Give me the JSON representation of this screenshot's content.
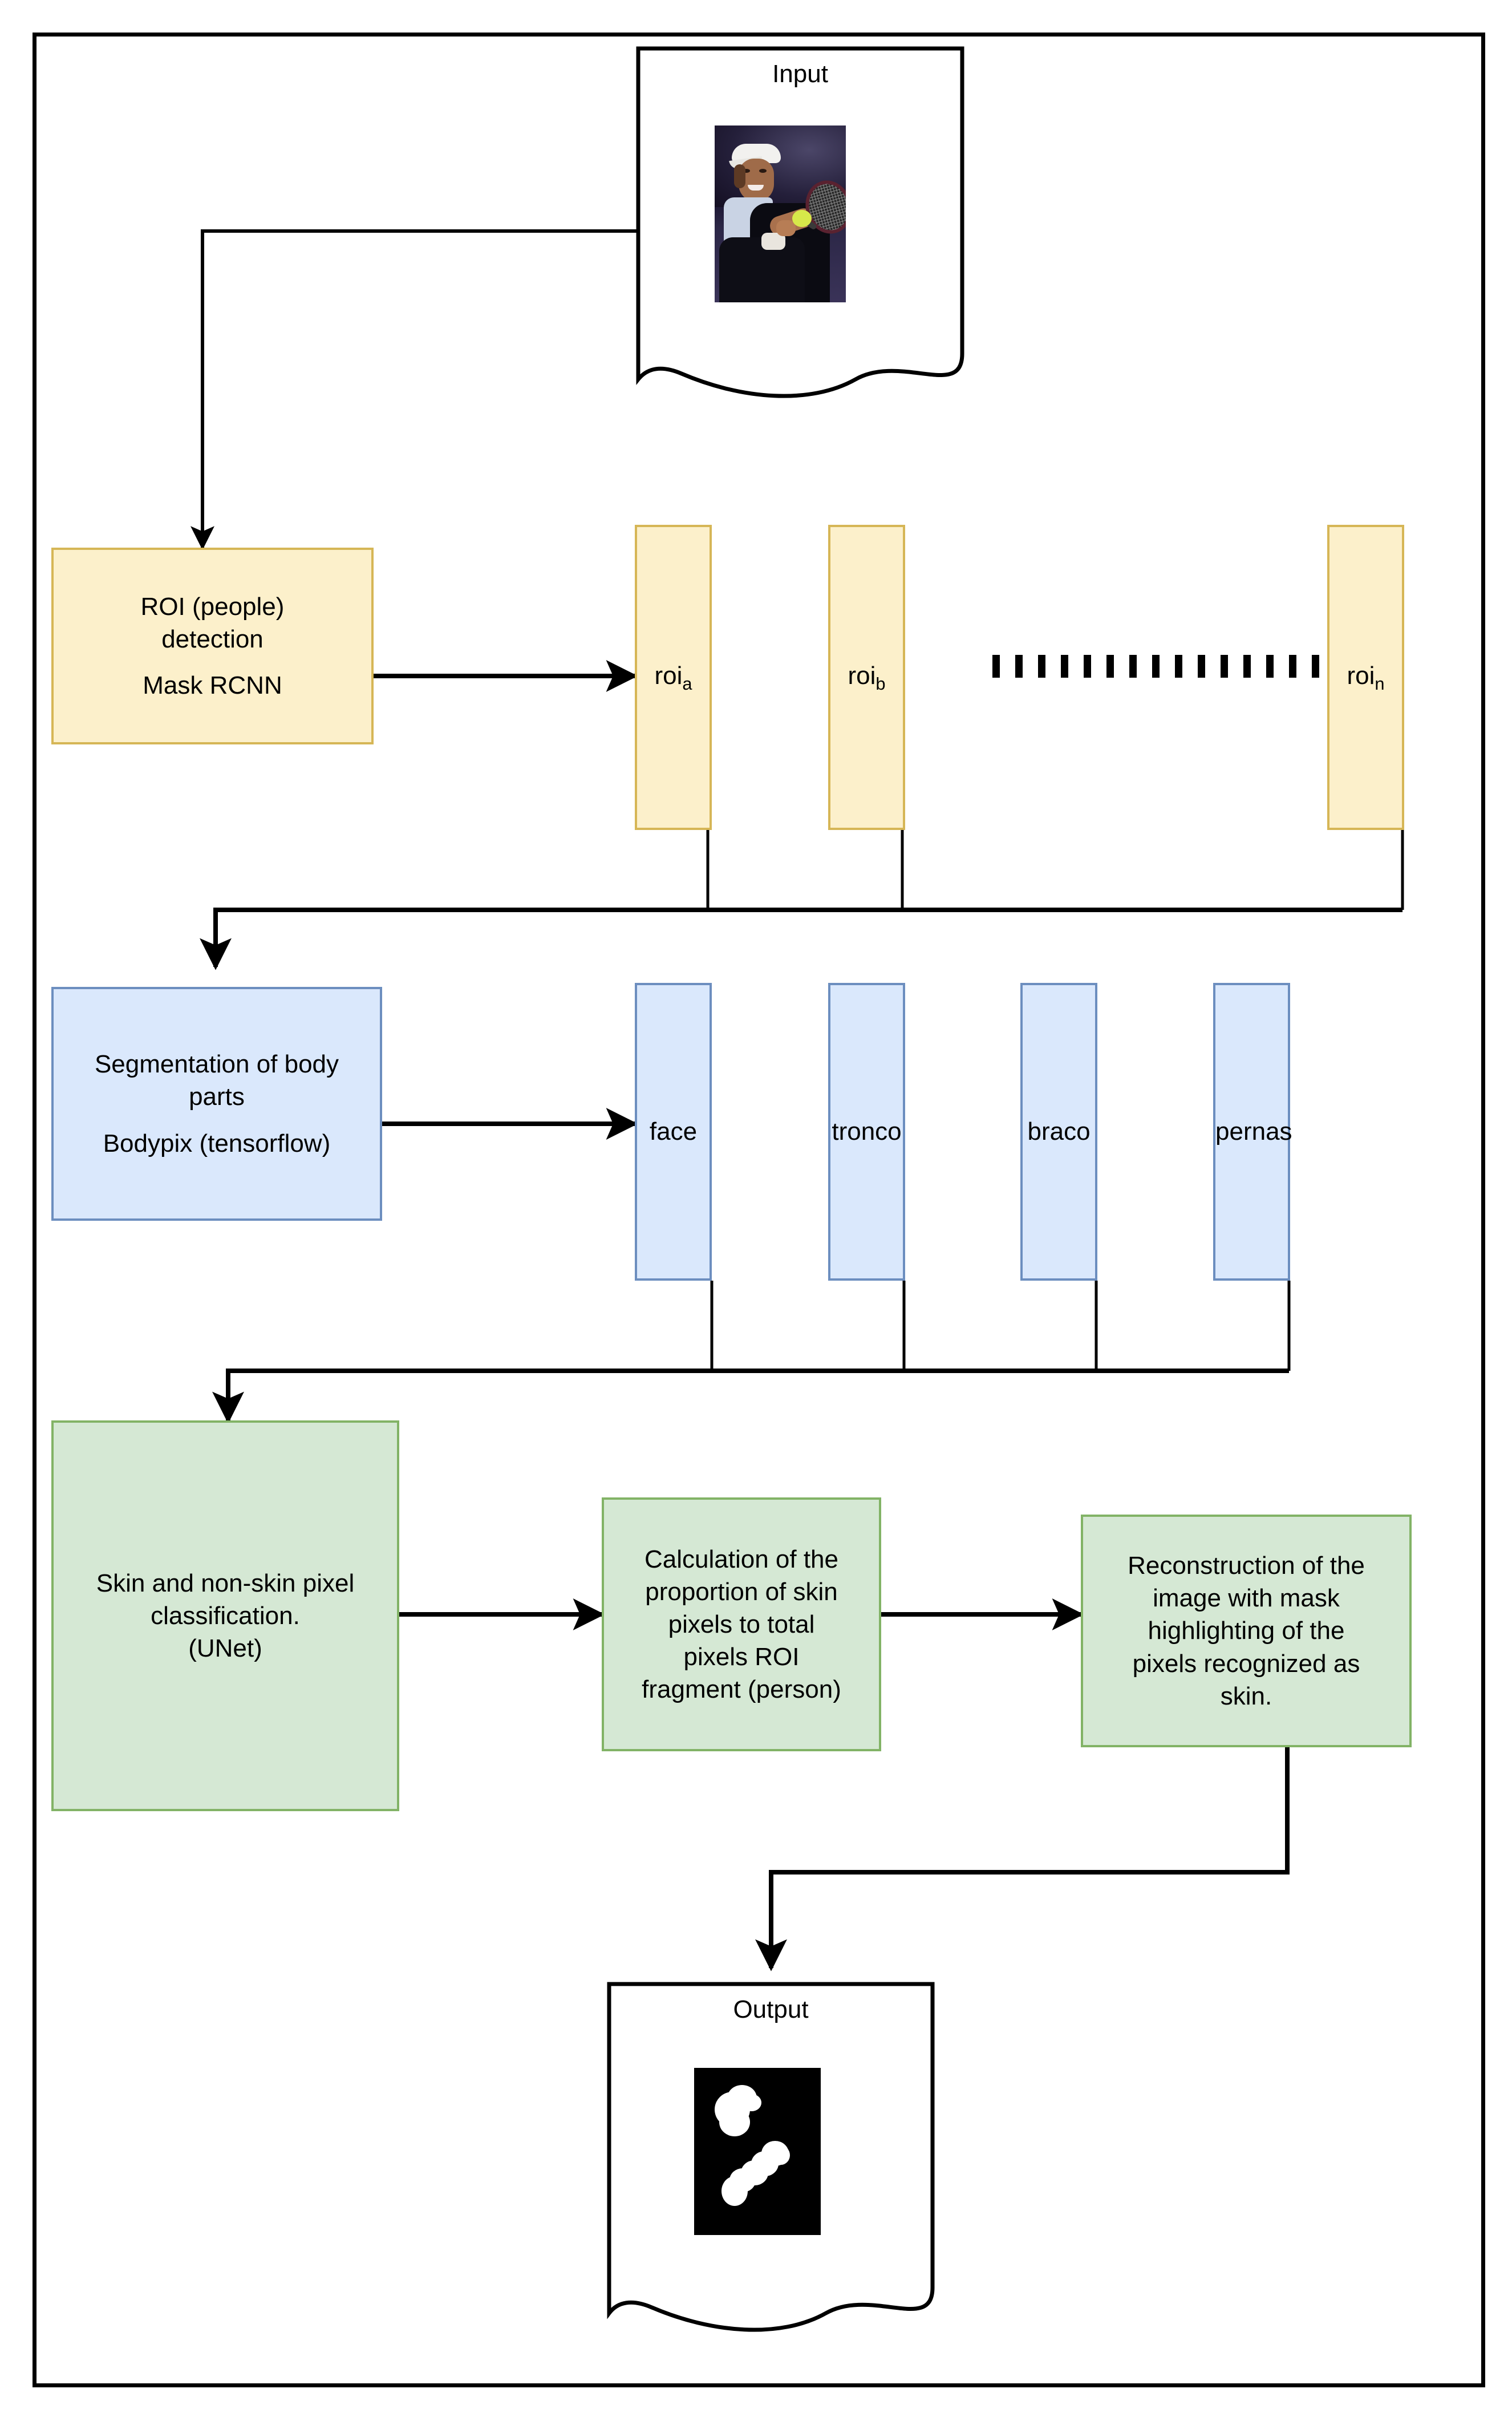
{
  "diagram": {
    "title": "Skin detection pipeline flowchart",
    "colors": {
      "yellow_fill": "#FCF0CB",
      "yellow_stroke": "#D6B656",
      "blue_fill": "#DAE8FC",
      "blue_stroke": "#6C8EBF",
      "green_fill": "#D5E8D4",
      "green_stroke": "#82B366",
      "line": "#000000",
      "frame": "#000000"
    }
  },
  "input_node": {
    "label": "Input",
    "image_alt": "tennis player hitting a backhand with racket and ball"
  },
  "output_node": {
    "label": "Output",
    "image_alt": "black binary mask image with white skin-region blobs"
  },
  "stage_roi": {
    "process_label": "ROI (people)\ndetection\nMask RCNN",
    "process_lines": [
      "ROI (people)",
      "detection",
      "",
      "Mask RCNN"
    ],
    "items": [
      {
        "base": "roi",
        "sub": "a"
      },
      {
        "base": "roi",
        "sub": "b"
      },
      {
        "base": "roi",
        "sub": "n"
      }
    ],
    "ellipsis": "• • • • • • • • • • • • •"
  },
  "stage_segmentation": {
    "process_lines": [
      "Segmentation of body",
      "parts",
      "",
      "Bodypix (tensorflow)"
    ],
    "items": [
      {
        "label": "face"
      },
      {
        "label": "tronco"
      },
      {
        "label": "braco"
      },
      {
        "label": "pernas"
      }
    ]
  },
  "stage_skin": {
    "classification_lines": [
      "Skin and non-skin pixel",
      "classification.",
      "(UNet)"
    ],
    "proportion_lines": [
      "Calculation of the",
      "proportion of skin",
      "pixels to total",
      "pixels ROI",
      "fragment (person)"
    ],
    "reconstruction_lines": [
      "Reconstruction of the",
      "image with mask",
      "highlighting of the",
      "pixels recognized as",
      "skin."
    ]
  }
}
